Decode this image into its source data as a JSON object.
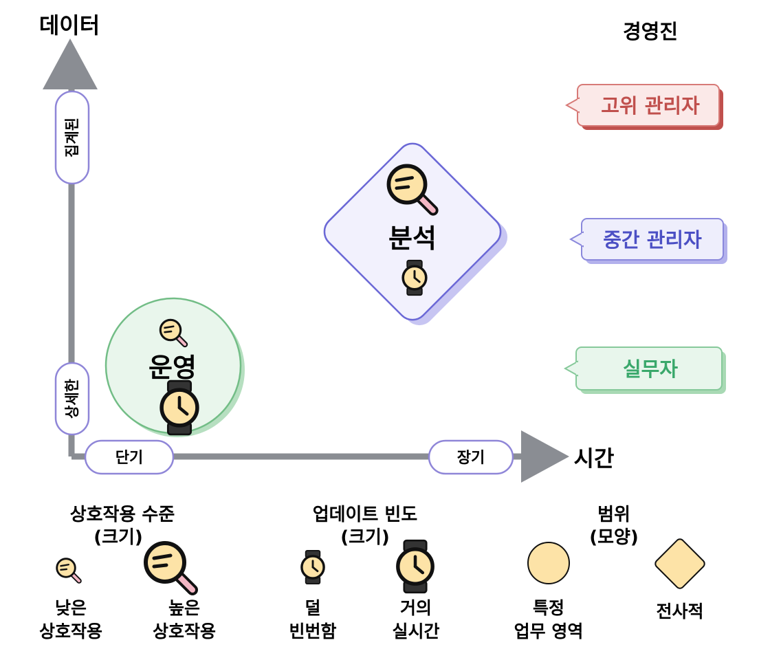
{
  "axes": {
    "y_title": "데이터",
    "x_title": "시간",
    "y_top_label": "집계된",
    "y_bottom_label": "상세한",
    "x_left_label": "단기",
    "x_right_label": "장기"
  },
  "roles": {
    "header": "경영진",
    "senior": "고위 관리자",
    "middle": "중간 관리자",
    "staff": "실무자"
  },
  "nodes": {
    "analysis": "분석",
    "operations": "운영"
  },
  "legend": {
    "interaction": {
      "title_1": "상호작용 수준",
      "title_2": "(크기)",
      "low_1": "낮은",
      "low_2": "상호작용",
      "high_1": "높은",
      "high_2": "상호작용"
    },
    "update": {
      "title_1": "업데이트 빈도",
      "title_2": "(크기)",
      "low_1": "덜",
      "low_2": "빈번함",
      "high_1": "거의",
      "high_2": "실시간"
    },
    "scope": {
      "title_1": "범위",
      "title_2": "(모양)",
      "specific_1": "특정",
      "specific_2": "업무 영역",
      "enterprise": "전사적"
    }
  },
  "colors": {
    "axis": "#8a8d93",
    "senior": "#c0504d",
    "middle": "#4b4fc4",
    "staff": "#3aa86b",
    "icon_fill": "#fde3a7"
  }
}
